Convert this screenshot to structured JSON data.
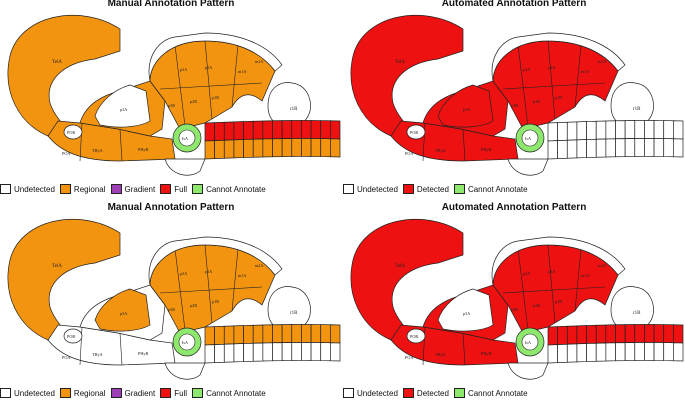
{
  "panels": [
    {
      "title": "Manual Annotation Pattern",
      "legend": [
        {
          "label": "Undetected",
          "color": "#ffffff"
        },
        {
          "label": "Regional",
          "color": "#f39410"
        },
        {
          "label": "Gradient",
          "color": "#9d3fb5"
        },
        {
          "label": "Full",
          "color": "#ee1111"
        },
        {
          "label": "Cannot Annotate",
          "color": "#8ee86e"
        }
      ]
    },
    {
      "title": "Automated Annotation Pattern",
      "legend": [
        {
          "label": "Undetected",
          "color": "#ffffff"
        },
        {
          "label": "Detected",
          "color": "#ee1111"
        },
        {
          "label": "Cannot Annotate",
          "color": "#8ee86e"
        }
      ]
    },
    {
      "title": "Manual Annotation Pattern",
      "legend": [
        {
          "label": "Undetected",
          "color": "#ffffff"
        },
        {
          "label": "Regional",
          "color": "#f39410"
        },
        {
          "label": "Gradient",
          "color": "#9d3fb5"
        },
        {
          "label": "Full",
          "color": "#ee1111"
        },
        {
          "label": "Cannot Annotate",
          "color": "#8ee86e"
        }
      ]
    },
    {
      "title": "Automated Annotation Pattern",
      "legend": [
        {
          "label": "Undetected",
          "color": "#ffffff"
        },
        {
          "label": "Detected",
          "color": "#ee1111"
        },
        {
          "label": "Cannot Annotate",
          "color": "#8ee86e"
        }
      ]
    }
  ],
  "region_labels": {
    "telencephalon": "TelA",
    "por": "POR",
    "poa": "POA",
    "thya": "THyA",
    "phyb": "PHyB",
    "p3a": "p3A",
    "p2a": "p2A",
    "p1a": "p1A",
    "m1a": "m1A",
    "m2a": "m2A",
    "p2b": "p2B",
    "p3b": "p3B",
    "p1b": "p1B",
    "r1r": "r1R",
    "isthmus": "IsA"
  },
  "maps": [
    {
      "tel": "#f39410",
      "top": "#f39410",
      "p3a": "#ffffff",
      "dien": "#f39410",
      "center": "#8ee86e",
      "spine_top": "#ee1111",
      "spine_bot": "#f39410"
    },
    {
      "tel": "#ee1111",
      "top": "#ee1111",
      "p3a": "#ee1111",
      "dien": "#ee1111",
      "center": "#8ee86e",
      "spine_top": "#ffffff",
      "spine_bot": "#ffffff"
    },
    {
      "tel": "#f39410",
      "top": "#f39410",
      "p3a": "#f39410",
      "dien": "#ffffff",
      "center": "#8ee86e",
      "spine_top": "#f39410",
      "spine_bot": "#ffffff"
    },
    {
      "tel": "#ee1111",
      "top": "#ee1111",
      "p3a": "#ffffff",
      "dien": "#ee1111",
      "center": "#8ee86e",
      "spine_top": "#ee1111",
      "spine_bot": "#ffffff"
    }
  ]
}
